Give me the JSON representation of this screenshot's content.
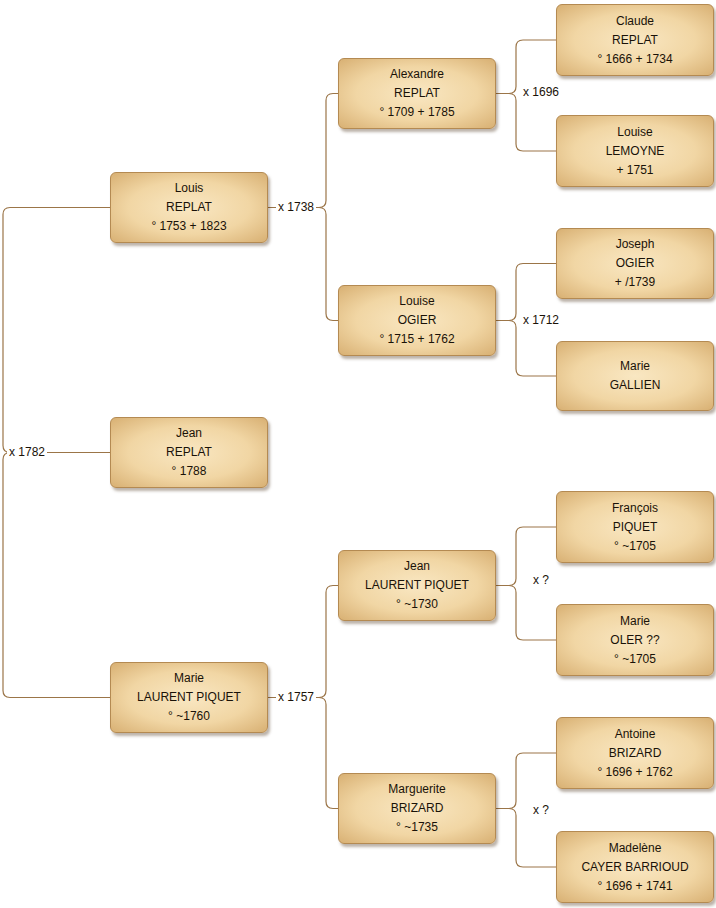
{
  "diagram": {
    "nodes": [
      {
        "text": [
          "Louis",
          "REPLAT",
          "° 1753 + 1823"
        ]
      },
      {
        "text": [
          "Jean",
          "REPLAT",
          "° 1788"
        ]
      },
      {
        "text": [
          "Marie",
          "LAURENT PIQUET",
          "° ~1760"
        ]
      },
      {
        "text": [
          "Alexandre",
          "REPLAT",
          "° 1709 + 1785"
        ]
      },
      {
        "text": [
          "Louise",
          "OGIER",
          "° 1715 + 1762"
        ]
      },
      {
        "text": [
          "Jean",
          "LAURENT PIQUET",
          "° ~1730"
        ]
      },
      {
        "text": [
          "Marguerite",
          "BRIZARD",
          "° ~1735"
        ]
      },
      {
        "text": [
          "Claude",
          "REPLAT",
          "° 1666 + 1734"
        ]
      },
      {
        "text": [
          "Louise",
          "LEMOYNE",
          "+ 1751"
        ]
      },
      {
        "text": [
          "Joseph",
          "OGIER",
          "+ /1739"
        ]
      },
      {
        "text": [
          "Marie",
          "GALLIEN"
        ]
      },
      {
        "text": [
          "François",
          "PIQUET",
          "° ~1705"
        ]
      },
      {
        "text": [
          "Marie",
          "OLER ??",
          "° ~1705"
        ]
      },
      {
        "text": [
          "Antoine",
          "BRIZARD",
          "° 1696 + 1762"
        ]
      },
      {
        "text": [
          "Madelène",
          "CAYER BARRIOUD",
          "° 1696 + 1741"
        ]
      }
    ],
    "edges": [
      {
        "from": 1,
        "to": 0,
        "arrow": "none"
      },
      {
        "from": 1,
        "to": 2,
        "arrow": "none"
      },
      {
        "from": 0,
        "to": 3,
        "arrow": "none"
      },
      {
        "from": 0,
        "to": 4,
        "arrow": "none"
      },
      {
        "from": 2,
        "to": 5,
        "arrow": "none"
      },
      {
        "from": 2,
        "to": 6,
        "arrow": "none"
      },
      {
        "from": 3,
        "to": 7,
        "arrow": "none"
      },
      {
        "from": 3,
        "to": 8,
        "arrow": "none"
      },
      {
        "from": 4,
        "to": 9,
        "arrow": "none"
      },
      {
        "from": 4,
        "to": 10,
        "arrow": "none"
      },
      {
        "from": 5,
        "to": 11,
        "arrow": "none"
      },
      {
        "from": 5,
        "to": 12,
        "arrow": "none"
      },
      {
        "from": 6,
        "to": 13,
        "arrow": "none"
      },
      {
        "from": 6,
        "to": 14,
        "arrow": "none"
      }
    ],
    "labels": [
      "x 1782",
      "x 1738",
      "x 1757",
      "x 1696",
      "x 1712",
      "x ?",
      "x ?"
    ]
  }
}
